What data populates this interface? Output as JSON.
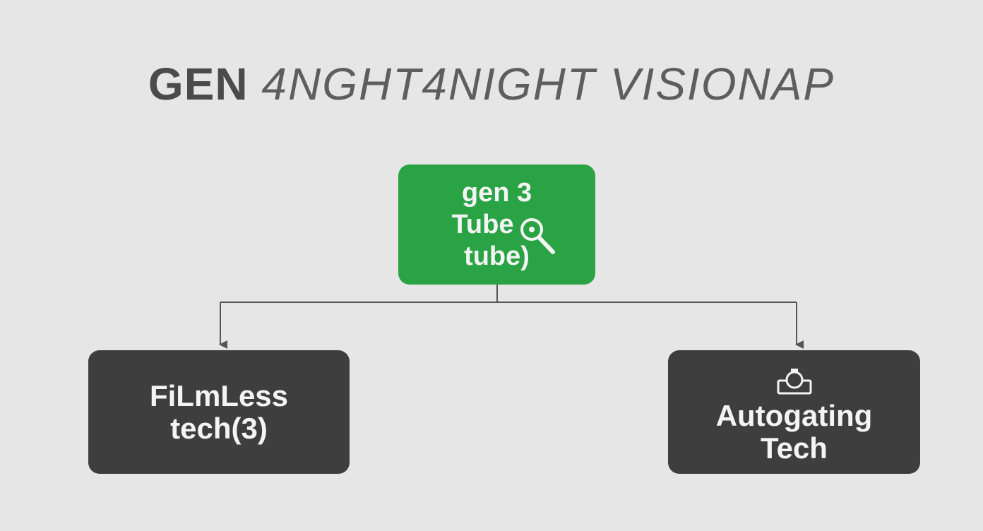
{
  "diagram": {
    "title_part1": "GEN ",
    "title_part2": "4NGHT4NIGHT VISIONAP",
    "root": {
      "line1": "gen 3",
      "line2": "Tube",
      "line3": "tube)",
      "icon": "magnifier-icon"
    },
    "left": {
      "line1": "FiLmLess",
      "line2": "tech(3)"
    },
    "right": {
      "line1": "Autogating",
      "line2": "Tech",
      "icon": "camera-outline-icon"
    },
    "colors": {
      "background": "#e6e6e6",
      "root_fill": "#2aa344",
      "child_fill": "#3e3e3e",
      "connector": "#555555"
    }
  }
}
